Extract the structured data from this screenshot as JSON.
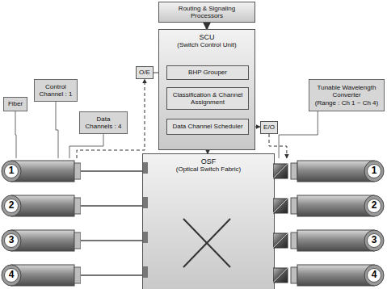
{
  "diagram": {
    "nodes": [
      {
        "text": [
          "Routing & Signaling Processors"
        ]
      },
      {
        "text": [
          "SCU",
          "(Switch Control Unit)"
        ]
      },
      {
        "text": [
          "BHP Grouper"
        ],
        "in": 1
      },
      {
        "text": [
          "Classification & Channel Assignment"
        ],
        "in": 1
      },
      {
        "text": [
          "Data Channel Scheduler"
        ],
        "in": 1
      },
      {
        "text": [
          "O/E"
        ]
      },
      {
        "text": [
          "E/O"
        ]
      },
      {
        "text": [
          "OSF",
          "(Optical Switch Fabric)"
        ]
      },
      {
        "text": [
          "1"
        ]
      },
      {
        "text": [
          "2"
        ]
      },
      {
        "text": [
          "3"
        ]
      },
      {
        "text": [
          "4"
        ]
      },
      {
        "text": [
          "1"
        ]
      },
      {
        "text": [
          "2"
        ]
      },
      {
        "text": [
          "3"
        ]
      },
      {
        "text": [
          "4"
        ]
      },
      {
        "text": [
          "Fiber"
        ]
      },
      {
        "text": [
          "Control Channel : 1"
        ]
      },
      {
        "text": [
          "Data Channels : 4"
        ]
      },
      {
        "text": [
          "Tunable Wavelength Converter",
          "(Range : Ch 1 ~ Ch 4)"
        ]
      }
    ],
    "edges": [
      {
        "from": 0,
        "to": 1,
        "arrow": "to"
      },
      {
        "from": 2,
        "to": 3,
        "arrow": "to"
      },
      {
        "from": 3,
        "to": 4,
        "arrow": "to"
      },
      {
        "from": 4,
        "to": 7,
        "arrow": "to"
      },
      {
        "from": 5,
        "to": 2,
        "arrow": "to"
      },
      {
        "from": 8,
        "to": 5,
        "arrow": "to"
      },
      {
        "from": 4,
        "to": 6,
        "arrow": "to"
      },
      {
        "from": 6,
        "to": 12,
        "arrow": "to"
      },
      {
        "from": 8,
        "to": 7,
        "arrow": "none"
      },
      {
        "from": 9,
        "to": 7,
        "arrow": "none"
      },
      {
        "from": 10,
        "to": 7,
        "arrow": "none"
      },
      {
        "from": 11,
        "to": 7,
        "arrow": "none"
      },
      {
        "from": 7,
        "to": 12,
        "arrow": "none"
      },
      {
        "from": 7,
        "to": 13,
        "arrow": "none"
      },
      {
        "from": 7,
        "to": 14,
        "arrow": "none"
      },
      {
        "from": 7,
        "to": 15,
        "arrow": "none"
      },
      {
        "from": 16,
        "to": 8,
        "arrow": "none"
      },
      {
        "from": 17,
        "to": 8,
        "arrow": "none"
      },
      {
        "from": 18,
        "to": 8,
        "arrow": "none"
      },
      {
        "from": 19,
        "to": 12,
        "arrow": "none"
      }
    ]
  }
}
